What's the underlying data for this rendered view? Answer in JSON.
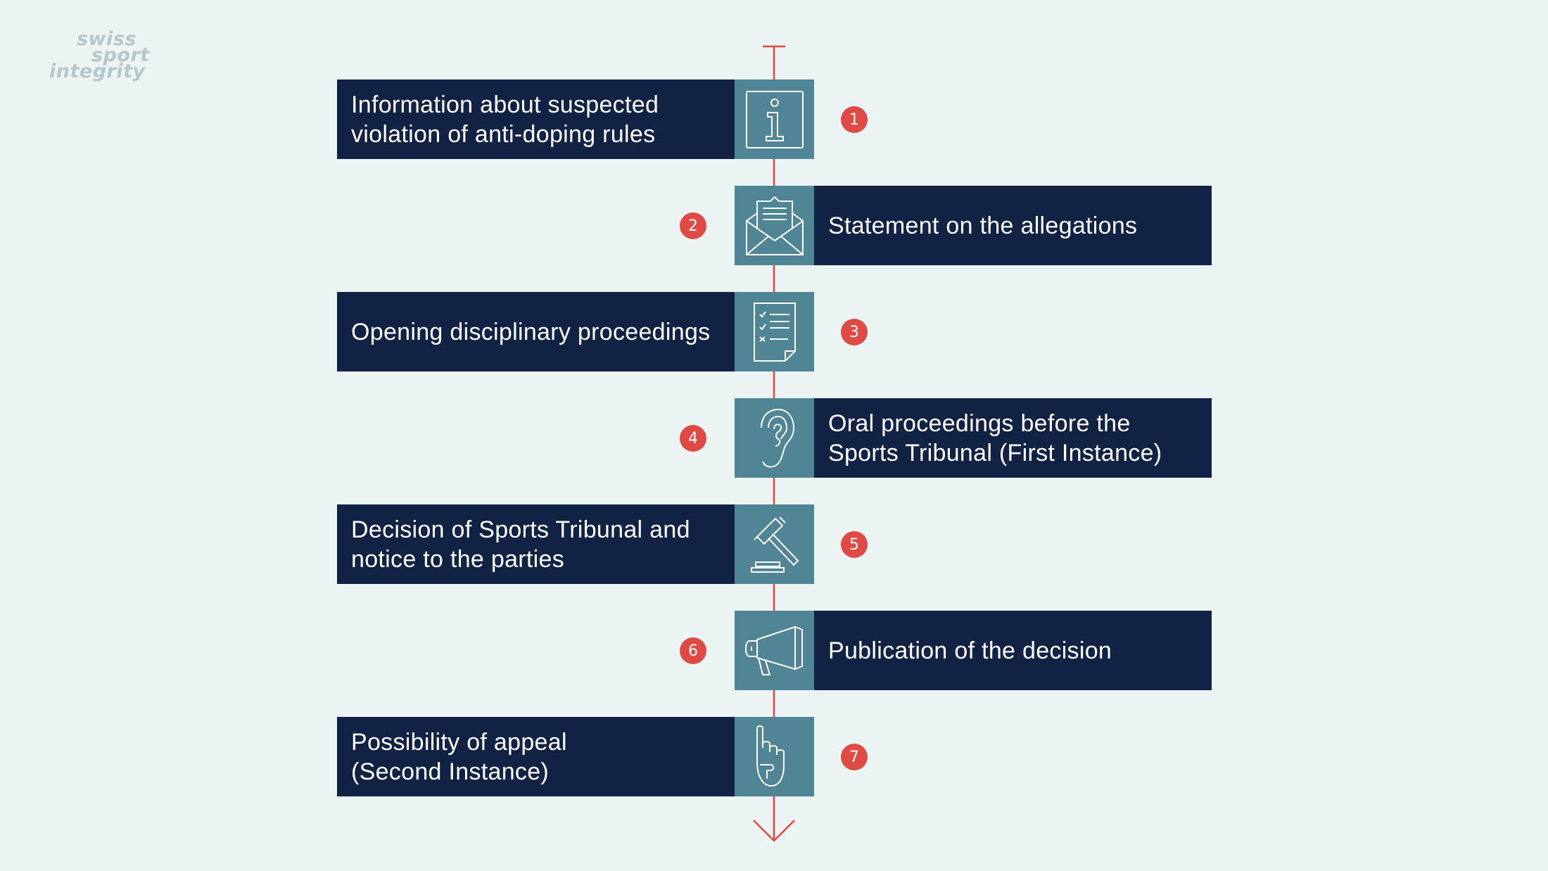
{
  "logo": {
    "line1": "swiss",
    "line2": "sport",
    "line3": "integrity"
  },
  "colors": {
    "background": "#ecf3f3",
    "label_bg": "#122244",
    "icon_bg": "#4f8594",
    "badge": "#e04a45",
    "axis": "#e04a45"
  },
  "steps": [
    {
      "number": "1",
      "text": "Information about suspected\nviolation of anti-doping rules",
      "side": "left",
      "icon": "info-icon"
    },
    {
      "number": "2",
      "text": "Statement on the allegations",
      "side": "right",
      "icon": "envelope-icon"
    },
    {
      "number": "3",
      "text": "Opening disciplinary proceedings",
      "side": "left",
      "icon": "checklist-icon"
    },
    {
      "number": "4",
      "text": "Oral proceedings before the\nSports Tribunal (First Instance)",
      "side": "right",
      "icon": "ear-icon"
    },
    {
      "number": "5",
      "text": "Decision of Sports Tribunal and\nnotice to the parties",
      "side": "left",
      "icon": "gavel-icon"
    },
    {
      "number": "6",
      "text": "Publication of the decision",
      "side": "right",
      "icon": "megaphone-icon"
    },
    {
      "number": "7",
      "text": "Possibility of appeal\n(Second Instance)",
      "side": "left",
      "icon": "hand-icon"
    }
  ]
}
